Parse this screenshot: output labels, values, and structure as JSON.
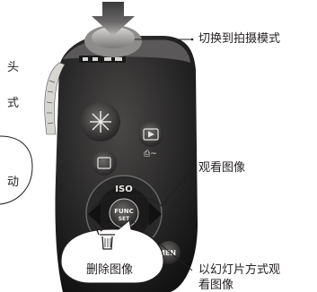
{
  "labels": {
    "shooting_mode": "切换到拍摄模式",
    "view_images": "观看图像",
    "slideshow_line1": "以幻灯片方式观",
    "slideshow_line2": "看图像",
    "delete_image": "删除图像"
  },
  "partial_text_left": [
    "头",
    "式",
    "动"
  ],
  "button_labels": {
    "iso": "ISO",
    "func_line1": "FUNC",
    "func_line2": "SET",
    "menu": "MEN"
  },
  "icons": {
    "press_arrow": "down-arrow-icon",
    "playback": "playback-icon",
    "delete": "trash-icon",
    "face_select": "face-select-icon",
    "flash": "flash-icon"
  },
  "colors": {
    "line": "#231f20",
    "camera_body": "#1d1c1c",
    "camera_highlight": "#4a4847",
    "arrow_dark": "#3c3b3b",
    "arrow_light": "#b9b8b6"
  }
}
